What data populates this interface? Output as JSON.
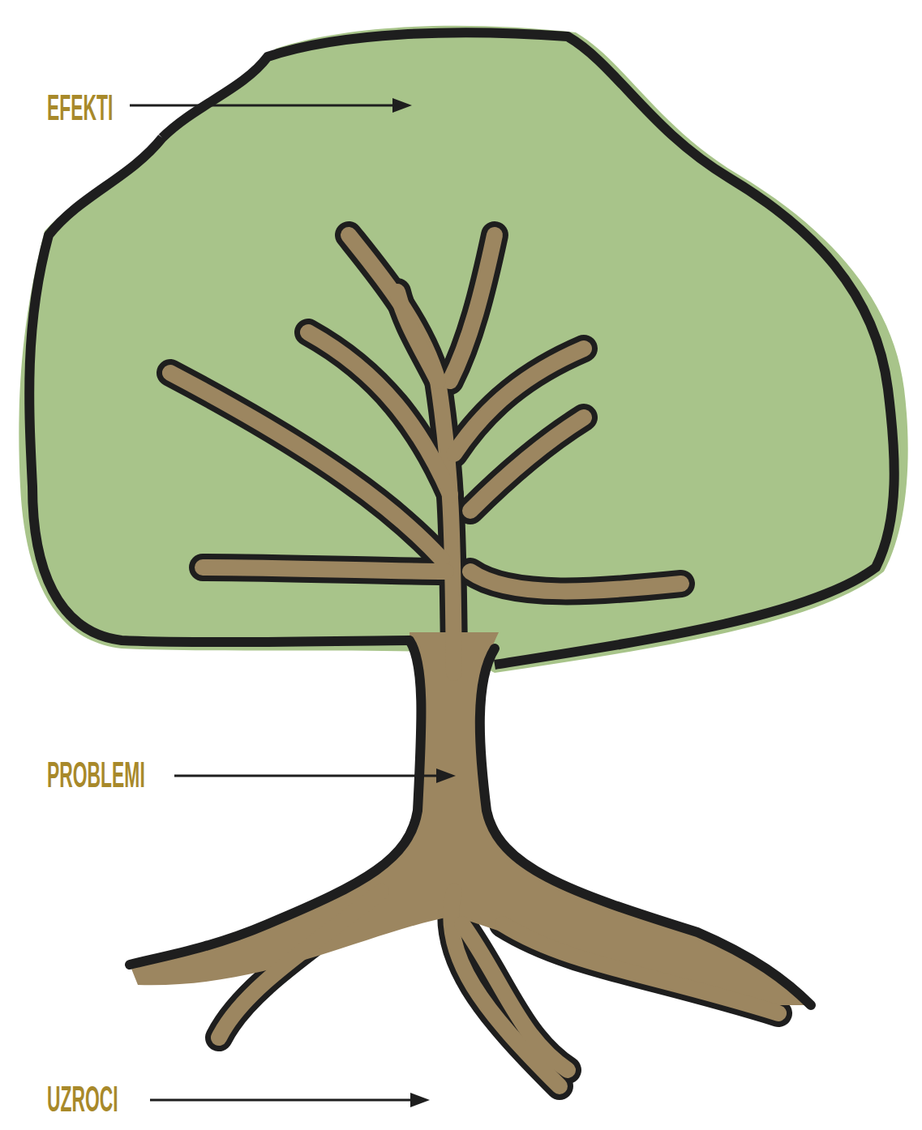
{
  "diagram": {
    "labels": [
      "EFEKTI",
      "PROBLEMI",
      "UZROCI"
    ]
  }
}
